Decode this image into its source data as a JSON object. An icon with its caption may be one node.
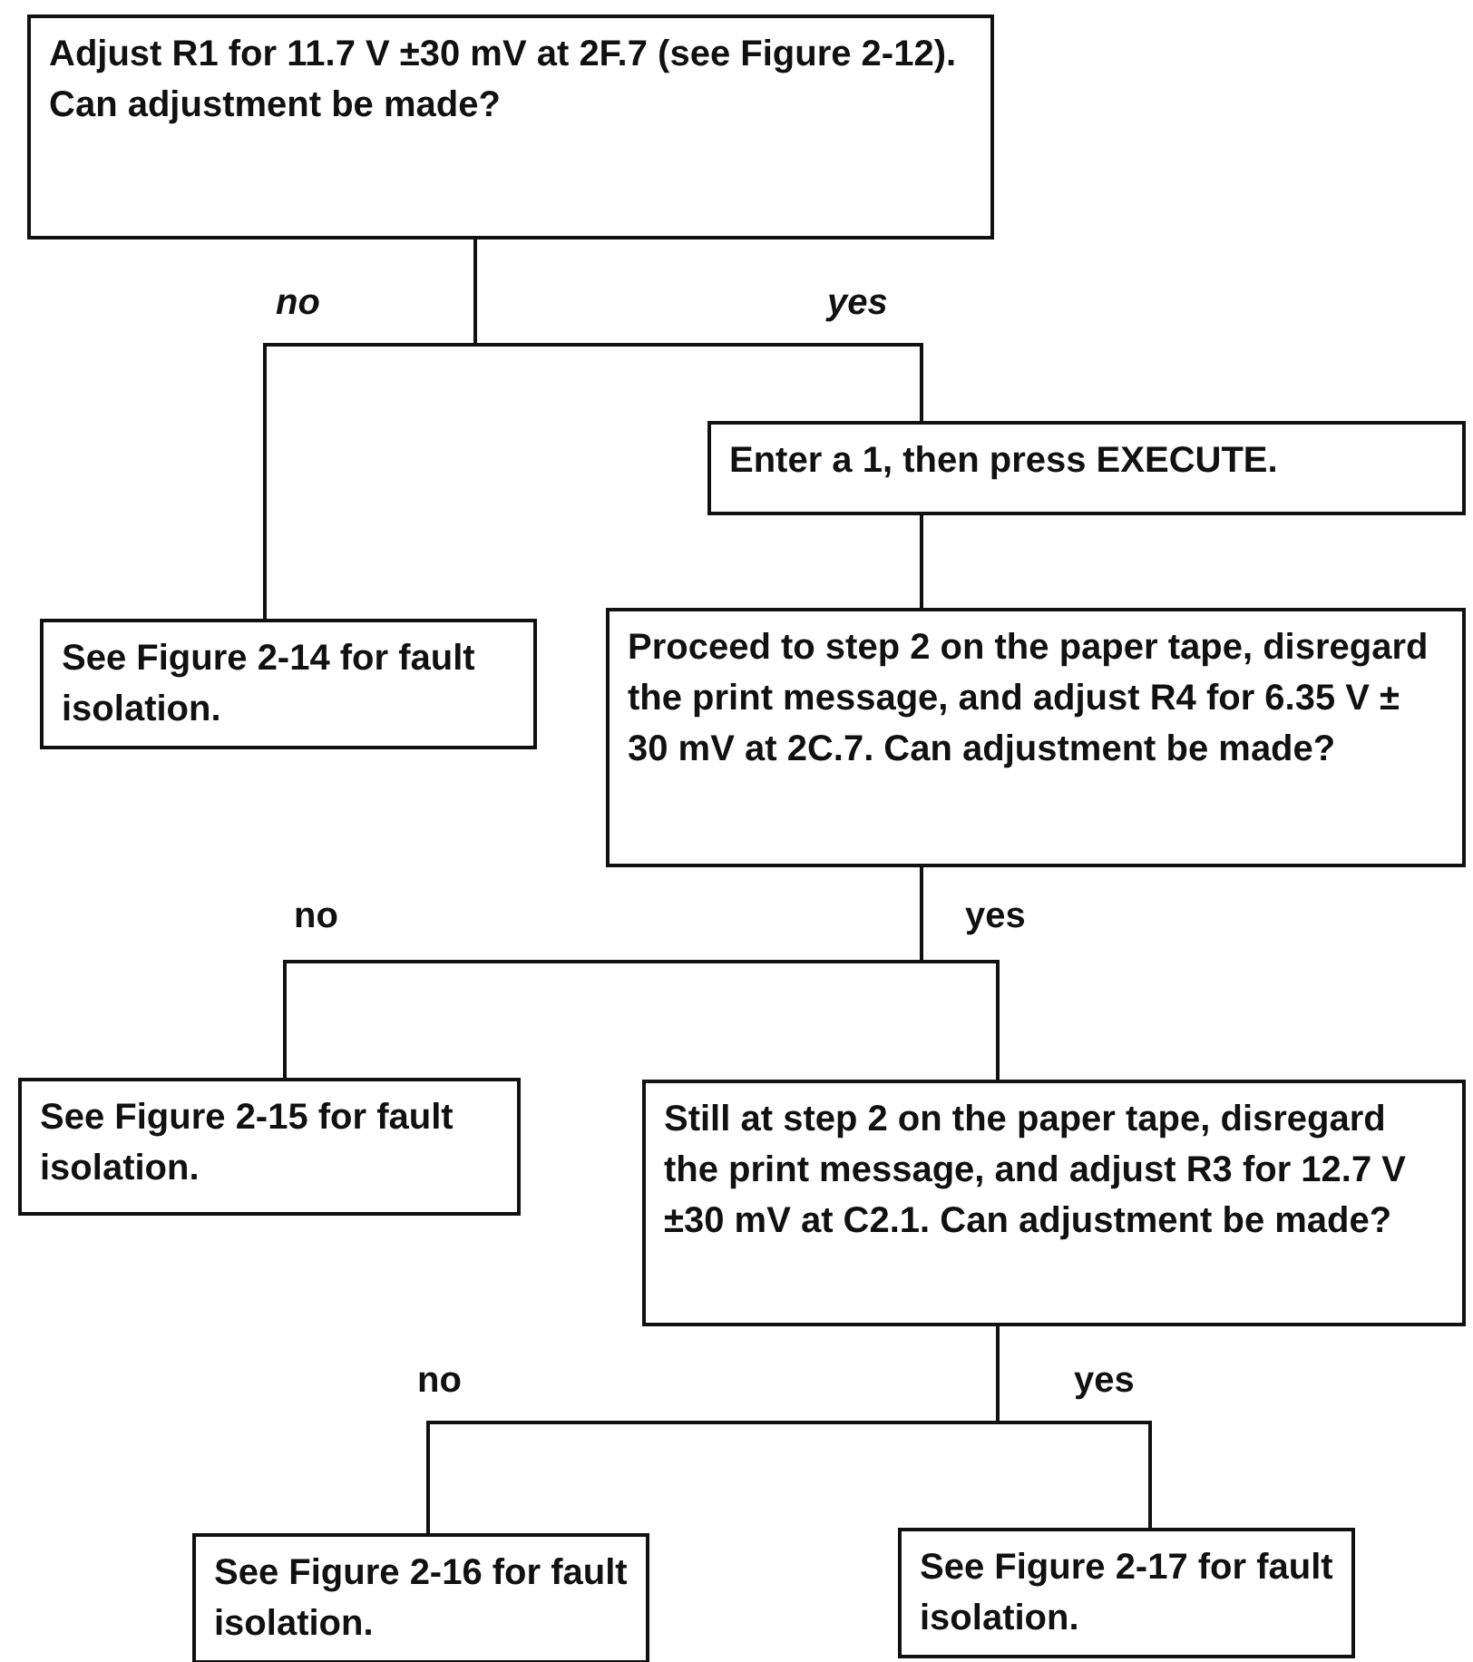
{
  "diagram": {
    "nodes": [
      {
        "text": [
          "Adjust R1 for 11.7 V ±30 mV at 2F.7 (see Figure 2-12). Can adjustment be made?"
        ]
      },
      {
        "text": [
          "Enter a 1, then press EXECUTE."
        ]
      },
      {
        "text": [
          "See Figure 2-14 for fault isolation."
        ]
      },
      {
        "text": [
          "Proceed to step 2 on the paper tape, disregard the print message, and adjust R4 for 6.35 V ± 30 mV at 2C.7. Can adjustment be made?"
        ]
      },
      {
        "text": [
          "See Figure 2-15 for fault isolation."
        ]
      },
      {
        "text": [
          "Still at step 2 on the paper tape, disregard the print message, and adjust R3 for 12.7 V ±30 mV at C2.1. Can adjustment be made?"
        ]
      },
      {
        "text": [
          "See Figure 2-16 for fault isolation."
        ]
      },
      {
        "text": [
          "See Figure 2-17 for fault isolation."
        ]
      }
    ],
    "edges": [
      {
        "from": 0,
        "to": 2,
        "arrow": "none",
        "label": "no"
      },
      {
        "from": 0,
        "to": 1,
        "arrow": "none",
        "label": "yes"
      },
      {
        "from": 1,
        "to": 3,
        "arrow": "none"
      },
      {
        "from": 3,
        "to": 4,
        "arrow": "none",
        "label": "no"
      },
      {
        "from": 3,
        "to": 5,
        "arrow": "none",
        "label": "yes"
      },
      {
        "from": 5,
        "to": 6,
        "arrow": "none",
        "label": "no"
      },
      {
        "from": 5,
        "to": 7,
        "arrow": "none",
        "label": "yes"
      }
    ]
  }
}
